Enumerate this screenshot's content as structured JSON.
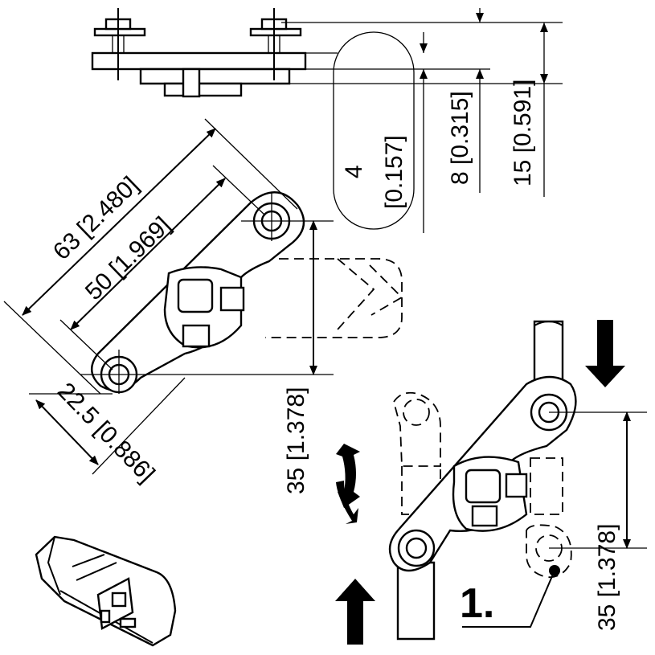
{
  "dimensions": {
    "thickness_4": "4",
    "thickness_4_in": "[0.157]",
    "depth_8": "8 [0.315]",
    "depth_15": "15 [0.591]",
    "length_63": "63 [2.480]",
    "pitch_50": "50 [1.969]",
    "offset_22_5": "22.5 [0.886]",
    "height_35_left": "35 [1.378]",
    "height_35_right": "35 [1.378]"
  },
  "callouts": {
    "step_1": "1."
  },
  "colors": {
    "line": "#000000",
    "background": "#ffffff"
  }
}
